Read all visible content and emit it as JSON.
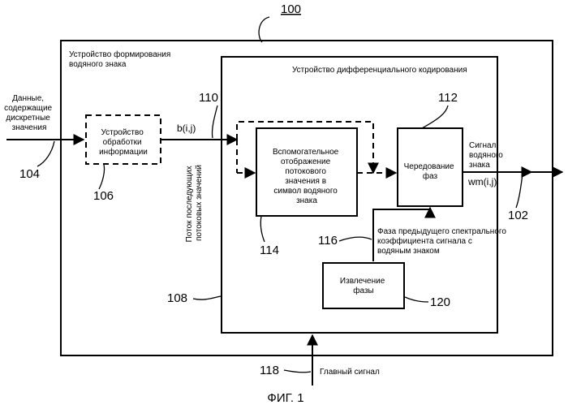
{
  "refs": {
    "outer": "100",
    "input": "104",
    "info_box": "106",
    "enc_left": "108",
    "stream": "110",
    "interleave_box": "112",
    "mapping_box": "114",
    "phase_line": "116",
    "main_in": "118",
    "phase_box": "120",
    "output": "102"
  },
  "labels": {
    "outer_title": [
      "Устройство формирования",
      "водяного знака"
    ],
    "encoder_title": "Устройство дифференциального кодирования",
    "input_data": [
      "Данные,",
      "содержащие",
      "дискретные",
      "значения"
    ],
    "info_box": [
      "Устройство",
      "обработки",
      "информации"
    ],
    "stream_var": "b(i,j)",
    "stream_vertical": [
      "Поток последующих",
      "потоковых значений"
    ],
    "mapping_box": [
      "Вспомогательное",
      "отображение",
      "потокового",
      "значения в",
      "символ водяного",
      "знака"
    ],
    "interleave_box": [
      "Чередование",
      "фаз"
    ],
    "output_signal": [
      "Сигнал",
      "водяного",
      "знака"
    ],
    "output_var": "wm(i,j)",
    "prev_phase": [
      "Фаза предыдущего спектрального",
      "коэффициента сигнала с",
      "водяным знаком"
    ],
    "phase_box": [
      "Извлечение",
      "фазы"
    ],
    "main_signal": "Главный сигнал",
    "caption": "ФИГ. 1"
  }
}
